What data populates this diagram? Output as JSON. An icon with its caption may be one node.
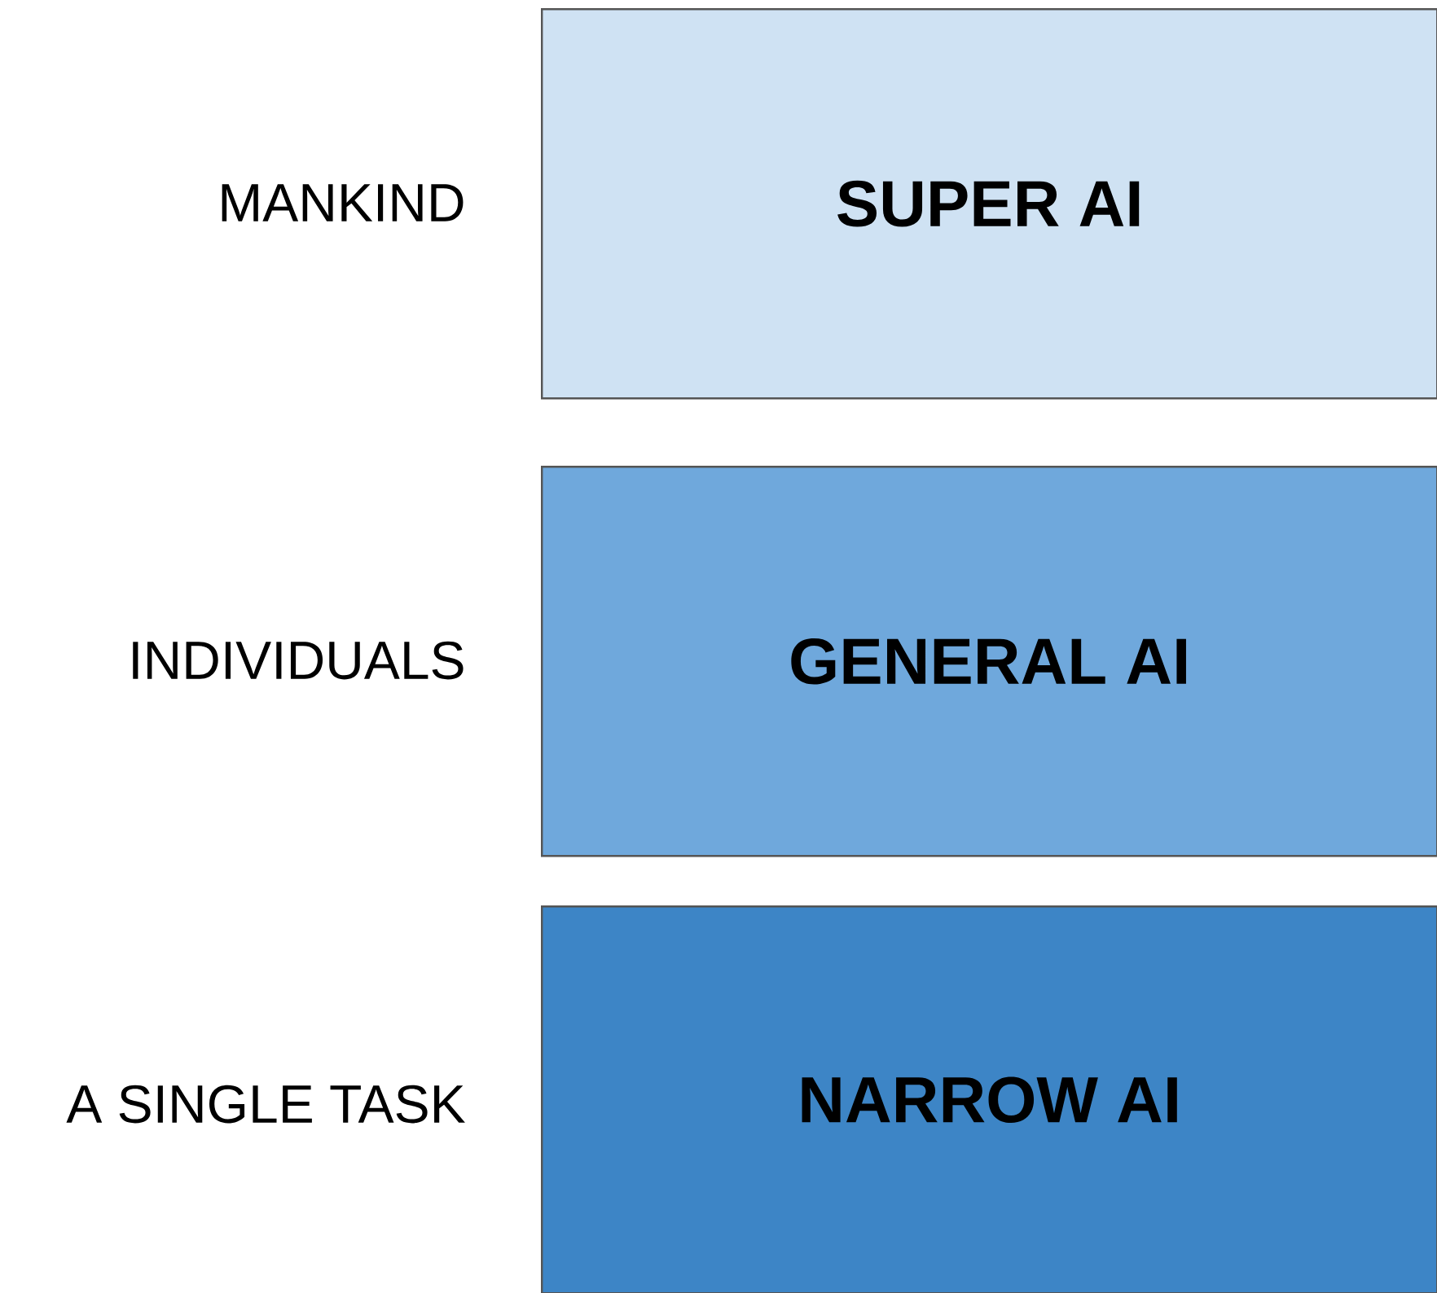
{
  "diagram": {
    "nodes": [
      {
        "text": [
          "SUPER AI"
        ],
        "beside": [
          "MANKIND"
        ]
      },
      {
        "text": [
          "GENERAL AI"
        ],
        "beside": [
          "INDIVIDUALS"
        ]
      },
      {
        "text": [
          "NARROW AI"
        ],
        "beside": [
          "A SINGLE TASK"
        ]
      }
    ]
  }
}
